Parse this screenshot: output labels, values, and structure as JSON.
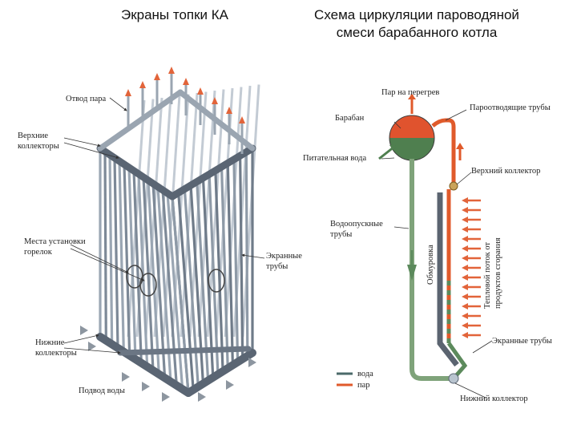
{
  "left_title": "Экраны топки КА",
  "right_title_line1": "Схема циркуляции пароводяной",
  "right_title_line2": "смеси барабанного котла",
  "left_labels": {
    "steam_outlet": "Отвод пара",
    "upper_collectors_1": "Верхние",
    "upper_collectors_2": "коллекторы",
    "burners_1": "Места установки",
    "burners_2": "горелок",
    "screen_tubes_1": "Экранные",
    "screen_tubes_2": "трубы",
    "lower_collectors_1": "Нижние",
    "lower_collectors_2": "коллекторы",
    "water_inlet": "Подвод воды"
  },
  "right_labels": {
    "steam_to_superheater": "Пар на перегрев",
    "drum": "Барабан",
    "steam_outlet_tubes": "Пароотводящие трубы",
    "feed_water": "Питательная вода",
    "upper_collector": "Верхний коллектор",
    "downcomers_1": "Водоопускные",
    "downcomers_2": "трубы",
    "lining": "Обмуровка",
    "heat_flow_1": "Тепловой поток от",
    "heat_flow_2": "продуктов сгорания",
    "screen_tubes": "Экранные трубы",
    "lower_collector": "Нижний коллектор",
    "legend_water": "вода",
    "legend_steam": "пар"
  },
  "colors": {
    "water": "#5c8a5c",
    "steam": "#e05a2b",
    "drum_steam": "#e0532e",
    "drum_water": "#4f7f4f",
    "tube": "#8a97a6",
    "tube_dark": "#4b5563",
    "arrow_red": "#e2643a",
    "arrow_grey": "#8d96a0",
    "lining": "#5b6470"
  }
}
